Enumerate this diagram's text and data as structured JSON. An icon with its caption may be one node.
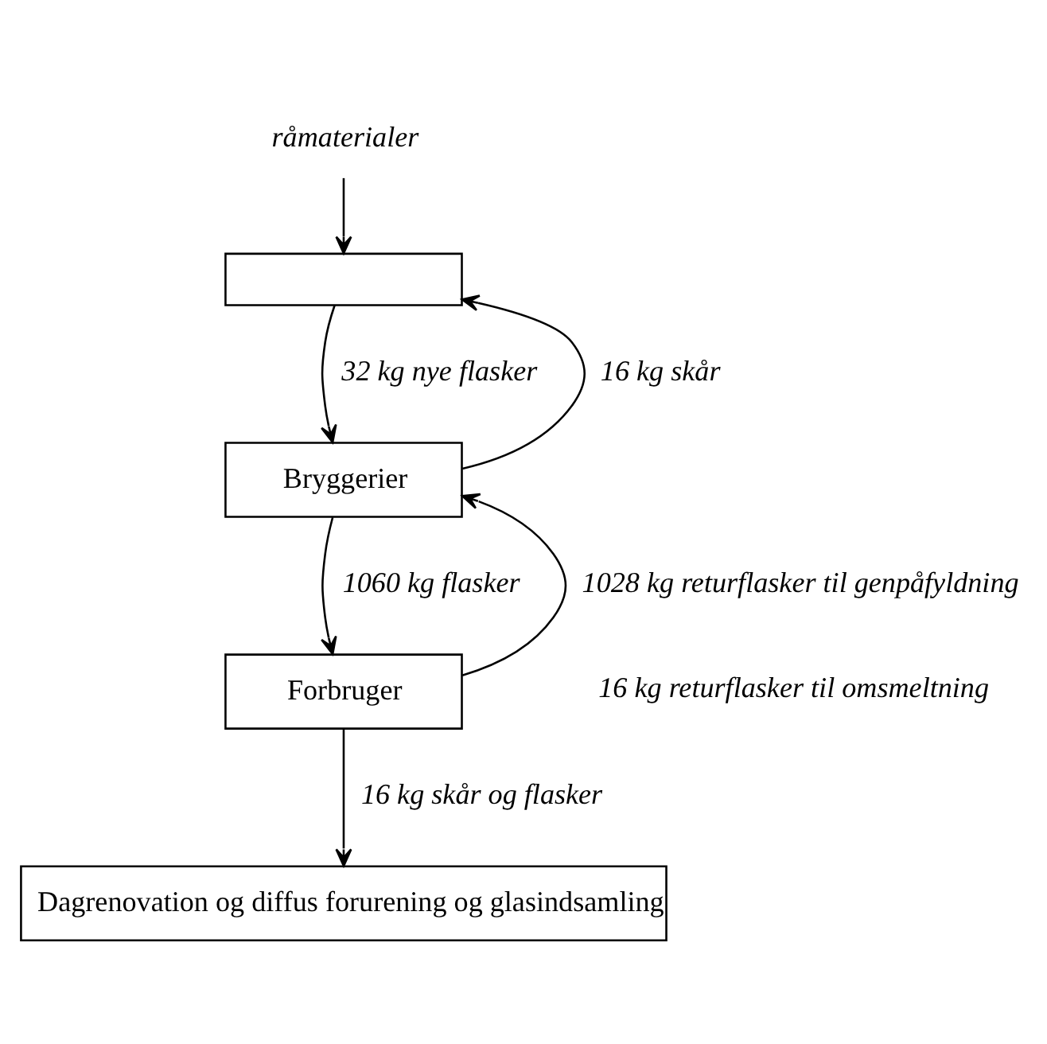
{
  "diagram": {
    "nodes": [
      {
        "text": [
          "råmaterialer"
        ]
      },
      {
        "text": [],
        "shape": "box"
      },
      {
        "text": [
          "Bryggerier"
        ]
      },
      {
        "text": [
          "Forbruger"
        ]
      },
      {
        "text": [
          "Dagrenovation og diffus forurening og glasindsamling"
        ]
      }
    ],
    "edges": [
      {
        "from": 0,
        "to": 1,
        "arrow": "to"
      },
      {
        "from": 1,
        "to": 2,
        "arrow": "to",
        "label": "32 kg nye flasker"
      },
      {
        "from": 2,
        "to": 1,
        "arrow": "to",
        "label": "16 kg skår"
      },
      {
        "from": 2,
        "to": 3,
        "arrow": "to",
        "label": "1060 kg flasker"
      },
      {
        "from": 3,
        "to": 2,
        "arrow": "to",
        "label": "1028 kg returflasker til genpåfyldning"
      },
      {
        "from": 3,
        "to": 4,
        "arrow": "to",
        "label": "16 kg skår og flasker"
      }
    ],
    "labels": [
      "16 kg returflasker til omsmeltning"
    ]
  }
}
